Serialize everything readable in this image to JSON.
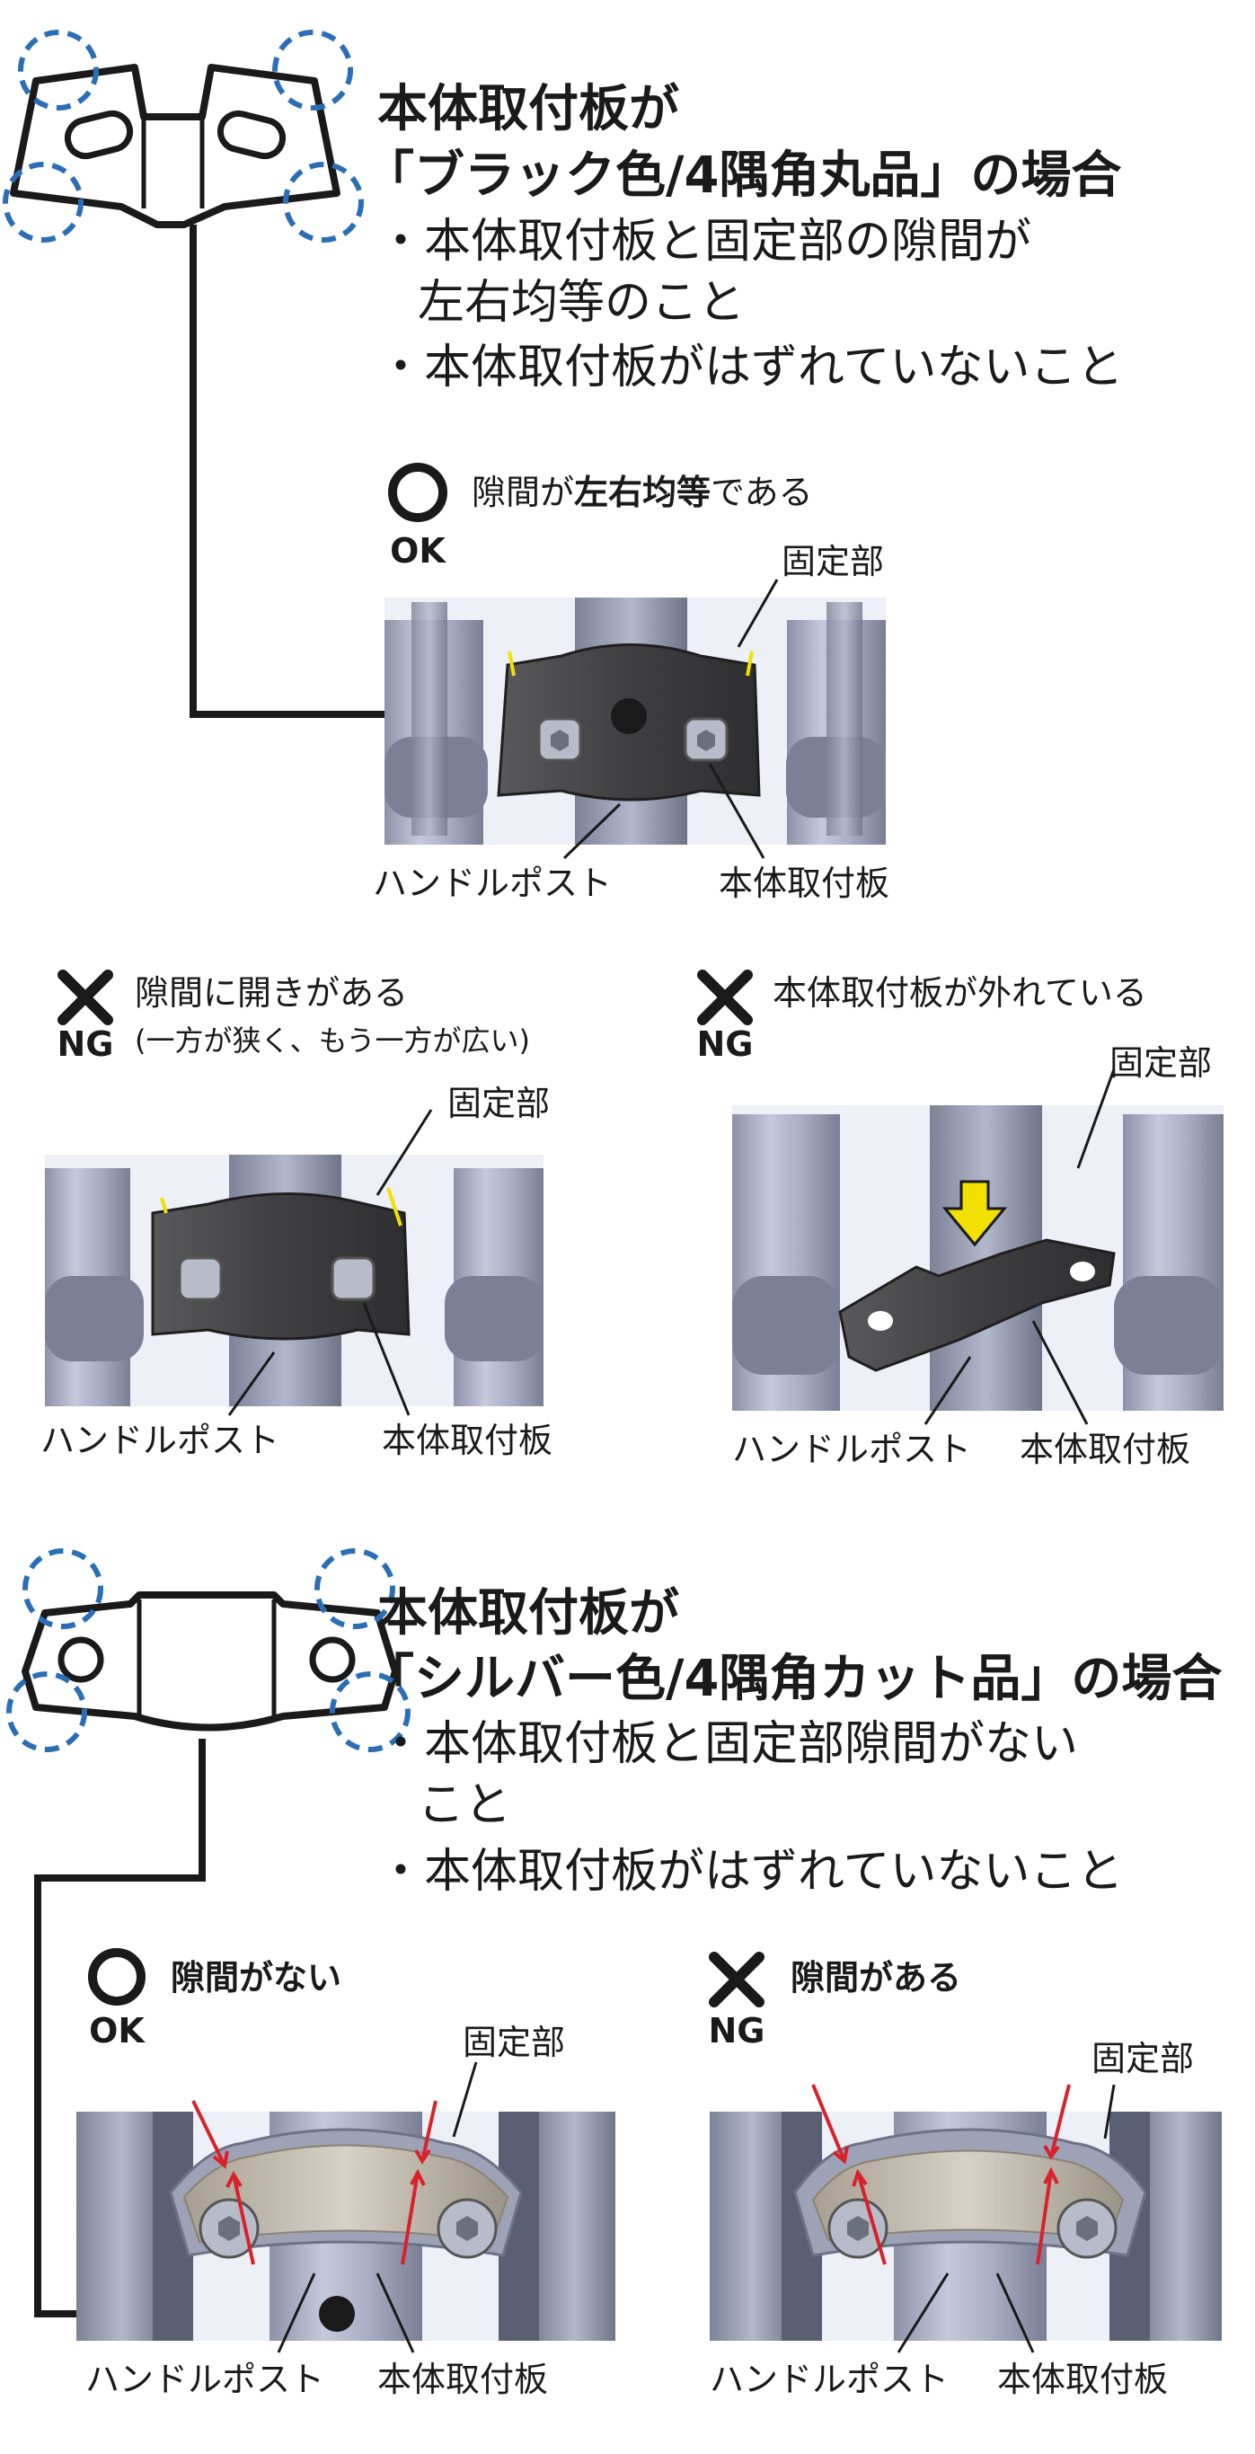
{
  "section1": {
    "title_line1": "本体取付板が",
    "title_line2": "「ブラック色/4隅角丸品」の場合",
    "bullets": [
      "・本体取付板と固定部の隙間が",
      "左右均等のこと",
      "・本体取付板がはずれていないこと"
    ],
    "ok_mark": "OK",
    "ok_status_pre": "隙間が",
    "ok_status_bold": "左右均等",
    "ok_status_post": "である",
    "ok_photo": {
      "label_fixed": "固定部",
      "label_post": "ハンドルポスト",
      "label_plate": "本体取付板"
    },
    "ng1": {
      "mark": "NG",
      "status": "隙間に開きがある",
      "note": "(一方が狭く、もう一方が広い)",
      "label_fixed": "固定部",
      "label_post": "ハンドルポスト",
      "label_plate": "本体取付板"
    },
    "ng2": {
      "mark": "NG",
      "status": "本体取付板が外れている",
      "label_fixed": "固定部",
      "label_post": "ハンドルポスト",
      "label_plate": "本体取付板"
    }
  },
  "section2": {
    "title_line1": "本体取付板が",
    "title_line2": "「シルバー色/4隅角カット品」の場合",
    "bullets": [
      "・本体取付板と固定部隙間がない",
      "こと",
      "・本体取付板がはずれていないこと"
    ],
    "ok": {
      "mark": "OK",
      "status": "隙間がない",
      "label_fixed": "固定部",
      "label_post": "ハンドルポスト",
      "label_plate": "本体取付板"
    },
    "ng": {
      "mark": "NG",
      "status": "隙間がある",
      "label_fixed": "固定部",
      "label_post": "ハンドルポスト",
      "label_plate": "本体取付板"
    }
  },
  "colors": {
    "ink": "#1a1a1a",
    "callout_blue": "#2a6fb5",
    "arrow_yellow": "#f2e000",
    "arrow_red": "#d8222a",
    "black_plate": "#3b3b3d",
    "silver_plate": "#c9c2b5"
  }
}
